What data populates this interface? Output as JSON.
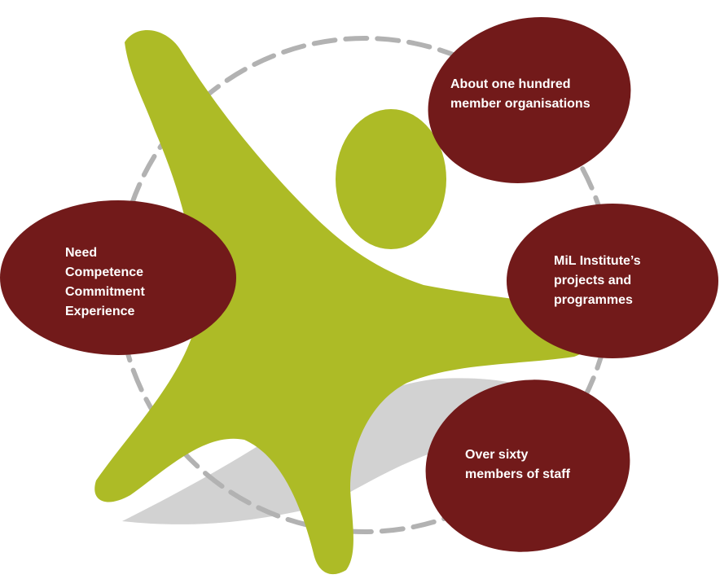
{
  "colors": {
    "figure": "#adbb26",
    "shadow": "#d2d2d2",
    "bubble": "#721a1a",
    "ring": "#b2b2b2",
    "text": "#ffffff",
    "background": "#ffffff"
  },
  "bubbles": {
    "needs": {
      "lines": [
        "Need",
        "Competence",
        "Commitment",
        "Experience"
      ]
    },
    "members": {
      "lines": [
        "About one hundred",
        "member organisations"
      ]
    },
    "projects": {
      "lines": [
        "MiL Institute’s",
        "projects and",
        "programmes"
      ]
    },
    "staff": {
      "lines": [
        "Over sixty",
        "members of staff"
      ]
    }
  }
}
